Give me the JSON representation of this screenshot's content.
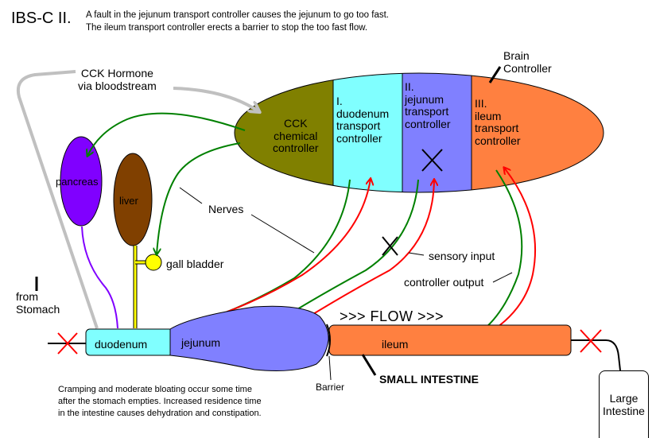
{
  "title": "IBS-C II.",
  "subtitle_lines": [
    "A fault in the jejunum transport controller causes the jejunum to go too fast.",
    "The ileum transport controller erects a barrier to stop the too fast flow."
  ],
  "brain": {
    "label_lines": [
      "Brain",
      "Controller"
    ],
    "cck_lines": [
      "CCK",
      "chemical",
      "controller"
    ],
    "duodenum_lines": [
      "I.",
      "duodenum",
      "transport",
      "controller"
    ],
    "jejunum_lines": [
      "II.",
      "jejunum",
      "transport",
      "controller"
    ],
    "ileum_lines": [
      "III.",
      "ileum",
      "transport",
      "controller"
    ]
  },
  "hormone_lines": [
    "CCK Hormone",
    "via bloodstream"
  ],
  "organs": {
    "pancreas": "pancreas",
    "liver": "liver",
    "gall_bladder": "gall bladder"
  },
  "labels": {
    "nerves": "Nerves",
    "sensory_input": "sensory input",
    "controller_output": "controller output",
    "from_stomach_lines": [
      "from",
      "Stomach"
    ],
    "flow": ">>> FLOW >>>",
    "barrier": "Barrier",
    "small_intestine": "SMALL INTESTINE",
    "large_intestine_lines": [
      "Large",
      "Intestine"
    ]
  },
  "intestine": {
    "duodenum": "duodenum",
    "jejunum": "jejunum",
    "ileum": "ileum"
  },
  "note_lines": [
    "Cramping and moderate bloating occur some time",
    "after the stomach empties. Increased residence time",
    "in the intestine causes dehydration and constipation."
  ],
  "colors": {
    "cck": "#808000",
    "duodenum": "#80ffff",
    "jejunum": "#8080ff",
    "ileum": "#ff8040",
    "pancreas": "#8000ff",
    "liver": "#804000",
    "gall_bladder": "#ffff00",
    "nerve_output": "#008000",
    "sensory": "#ff0000",
    "blood": "#c0c0c0",
    "fault": "#ff0000"
  }
}
